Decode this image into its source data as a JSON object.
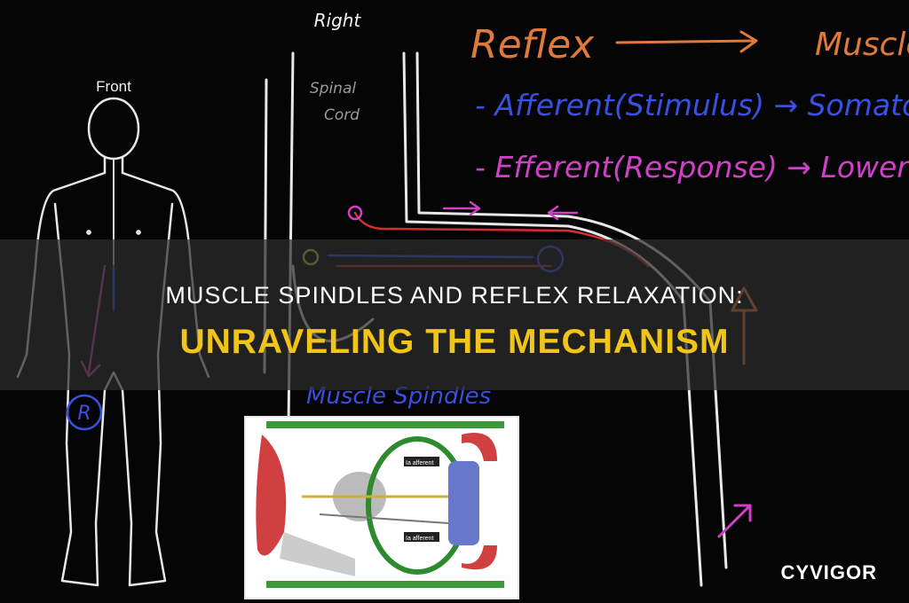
{
  "whiteboard": {
    "label_front": "Front",
    "label_right": "Right",
    "label_spinal_1": "Spinal",
    "label_spinal_2": "Cord",
    "heading_reflex": "Reflex",
    "heading_muscle": "Muscle",
    "line_afferent": "- Afferent(Stimulus) → Somatos",
    "line_efferent": "- Efferent(Response) → Lower M",
    "label_muscle_spindles": "Muscle Spindles",
    "circled_r": "R",
    "inset_labels": {
      "afferent_1": "Ia afferent",
      "afferent_2": "Ia afferent"
    }
  },
  "overlay": {
    "title_line_1": "MUSCLE SPINDLES AND REFLEX RELAXATION:",
    "title_line_2": "UNRAVELING THE MECHANISM"
  },
  "brand": {
    "logo": "CYVIGOR"
  },
  "colors": {
    "background": "#050505",
    "banner": "#2d2d2d",
    "title_white": "#ffffff",
    "title_yellow": "#f0c419",
    "ink_orange": "#e07a3a",
    "ink_blue": "#3b4fe0",
    "ink_magenta": "#d040c8",
    "ink_red": "#d03030"
  }
}
